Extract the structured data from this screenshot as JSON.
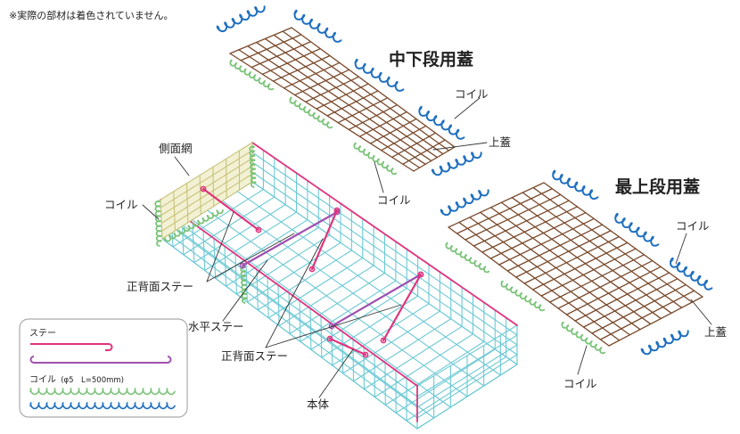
{
  "note": "※実際の部材は着色されていません。",
  "titles": {
    "middle_lower_lid": "中下段用蓋",
    "top_lid": "最上段用蓋"
  },
  "labels": {
    "coil_a": "コイル",
    "upper_lid_a": "上蓋",
    "coil_b": "コイル",
    "side_net": "側面網",
    "coil_left": "コイル",
    "coil_top_right": "コイル",
    "upper_lid_b": "上蓋",
    "coil_bottom_right": "コイル",
    "front_back_stay_1": "正背面ステー",
    "horizontal_stay": "水平ステー",
    "front_back_stay_2": "正背面ステー",
    "body": "本体"
  },
  "legend": {
    "stay": "ステー",
    "coil_prefix": "コイル",
    "coil_spec": "(φ5　L=500mm)"
  },
  "colors": {
    "lid_mesh": "#7a4a2c",
    "body_mesh": "#6cc9d4",
    "edge": "#e0337e",
    "stay": "#a050b0",
    "side_net": "#c8c27a",
    "coil_green": "#7cc47a",
    "coil_blue": "#1f6fc0",
    "legend_border": "#aaaaaa"
  }
}
